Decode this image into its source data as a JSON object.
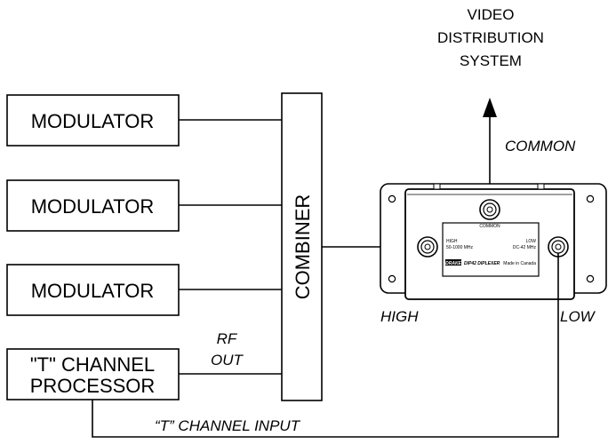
{
  "destination": {
    "line1": "VIDEO",
    "line2": "DISTRIBUTION",
    "line3": "SYSTEM"
  },
  "modulators": [
    {
      "label": "MODULATOR"
    },
    {
      "label": "MODULATOR"
    },
    {
      "label": "MODULATOR"
    }
  ],
  "processor": {
    "line1": "\"T\" CHANNEL",
    "line2": "PROCESSOR"
  },
  "combiner": {
    "label": "COMBINER"
  },
  "labels": {
    "common": "COMMON",
    "high": "HIGH",
    "low": "LOW",
    "rf": "RF",
    "out": "OUT",
    "t_input": "“T” CHANNEL INPUT"
  },
  "diplexer": {
    "common_port": "COMMON",
    "high_port": "HIGH",
    "high_range": "50-1000 MHz",
    "low_port": "LOW",
    "low_range": "DC-42 MHz",
    "brand": "DRAKE",
    "model": "DIP42 DIPLEXER",
    "origin": "Made in Canada"
  }
}
